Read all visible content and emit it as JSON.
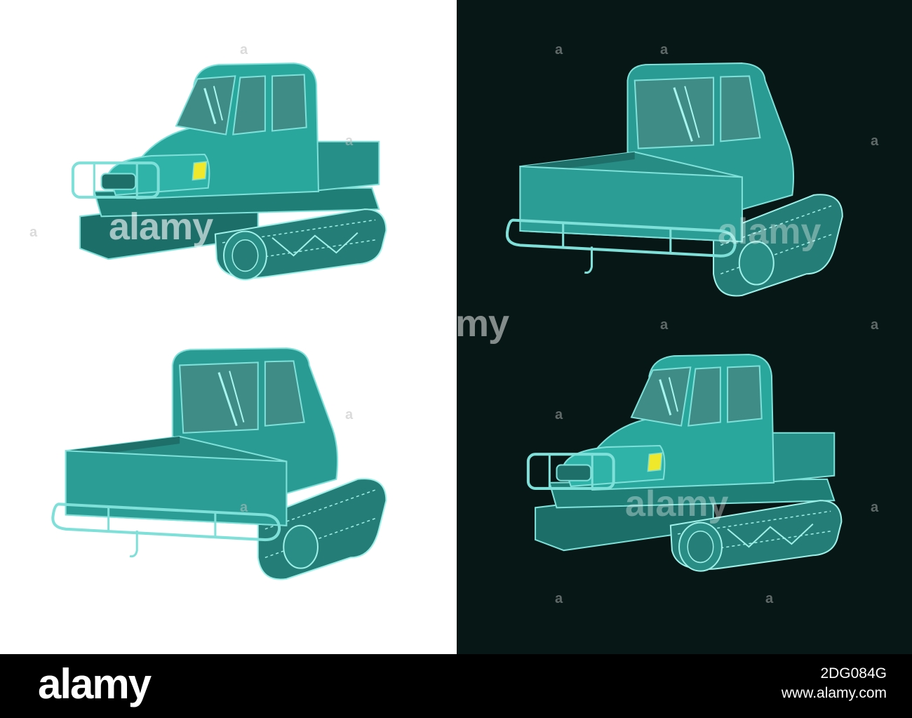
{
  "watermarks": {
    "brand": "alamy",
    "glyph": "a",
    "left_edge": "my"
  },
  "footer": {
    "logo": "alamy",
    "image_id": "2DG084G",
    "site": "www.alamy.com"
  },
  "colors": {
    "left_background": "#ffffff",
    "right_background": "#071716",
    "body_teal": "#2aa79d",
    "dark_teal": "#1f7f77",
    "outline": "#7ee0d8",
    "glass": "#3f8c87",
    "headlight_yellow": "#f0e92b",
    "footer_black": "#000000"
  },
  "icons": {
    "vehicle": "tracked-utility-vehicle-illustration"
  }
}
